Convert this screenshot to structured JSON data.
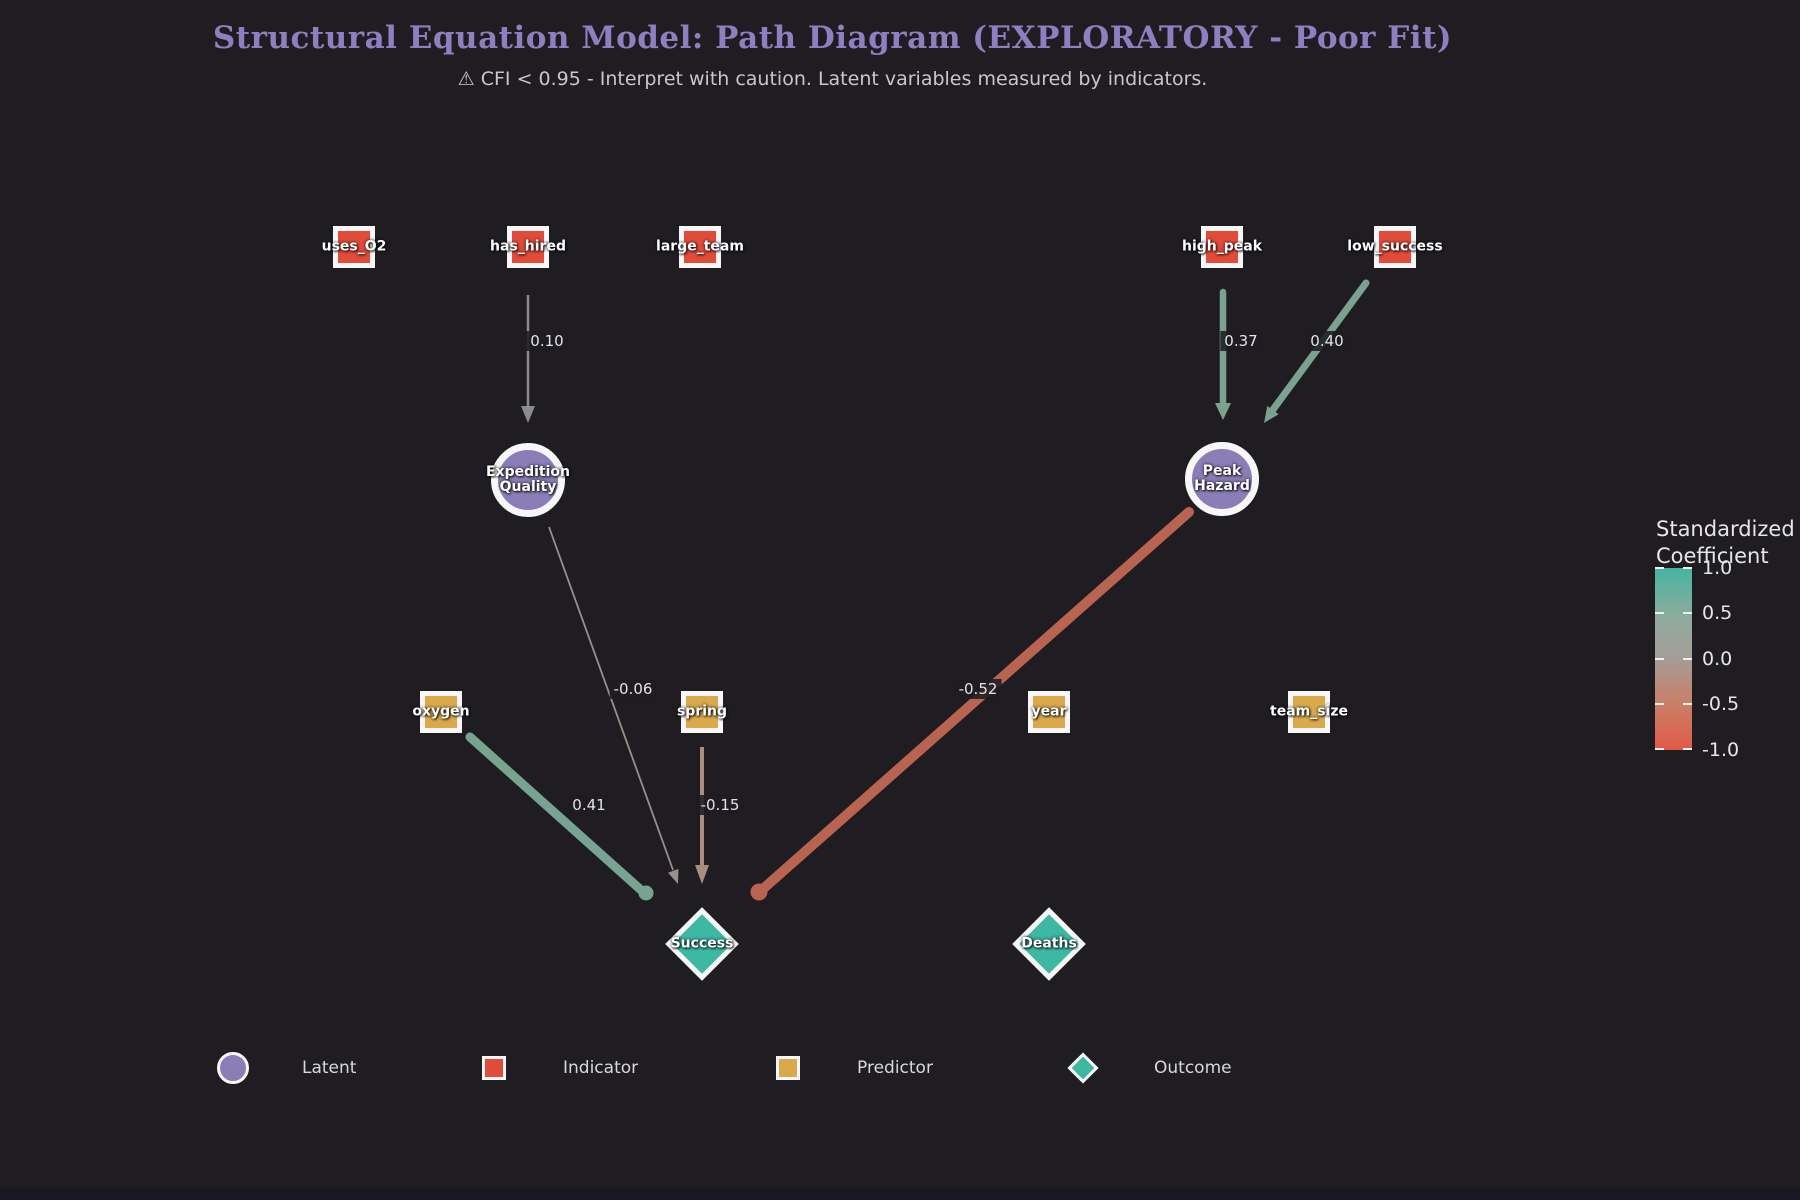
{
  "title": "Structural Equation Model: Path Diagram (EXPLORATORY - Poor Fit)",
  "subtitle": "⚠ CFI < 0.95 - Interpret with caution. Latent variables measured by indicators.",
  "colors": {
    "background": "#1f1d22",
    "title": "#8e80c0",
    "subtitle": "#c9c7c9",
    "indicator": "#e14b3a",
    "predictor": "#d9a94c",
    "latent": "#8b7eb7",
    "outcome": "#3db8a3",
    "node_border": "#f7f7f7"
  },
  "nodes": {
    "indicators": [
      {
        "label": "uses_O2"
      },
      {
        "label": "has_hired"
      },
      {
        "label": "large_team"
      },
      {
        "label": "high_peak"
      },
      {
        "label": "low_success"
      }
    ],
    "latents": [
      {
        "label_lines": [
          "Expedition",
          "Quality"
        ]
      },
      {
        "label_lines": [
          "Peak",
          "Hazard"
        ]
      }
    ],
    "predictors": [
      {
        "label": "oxygen"
      },
      {
        "label": "spring"
      },
      {
        "label": "year"
      },
      {
        "label": "team_size"
      }
    ],
    "outcomes": [
      {
        "label": "Success"
      },
      {
        "label": "Deaths"
      }
    ]
  },
  "edges": [
    {
      "from": "has_hired",
      "to": "Expedition Quality",
      "coef": "0.10",
      "color": "#8a8c89"
    },
    {
      "from": "high_peak",
      "to": "Peak Hazard",
      "coef": "0.37",
      "color": "#7aa28f"
    },
    {
      "from": "low_success",
      "to": "Peak Hazard",
      "coef": "0.40",
      "color": "#7aa28f"
    },
    {
      "from": "Expedition Quality",
      "to": "Success",
      "coef": "-0.06",
      "color": "#9a9089"
    },
    {
      "from": "oxygen",
      "to": "Success",
      "coef": "0.41",
      "color": "#78a390"
    },
    {
      "from": "spring",
      "to": "Success",
      "coef": "-0.15",
      "color": "#a98e7d"
    },
    {
      "from": "Peak Hazard",
      "to": "Success",
      "coef": "-0.52",
      "color": "#b96351"
    }
  ],
  "colorbar": {
    "title": "Standardized\nCoefficient",
    "ticks": [
      "1.0",
      "0.5",
      "0.0",
      "-0.5",
      "-1.0"
    ],
    "top_color": "#45b5a1",
    "mid_color": "#a59c97",
    "bottom_color": "#e15a47"
  },
  "legend": [
    {
      "label": "Latent"
    },
    {
      "label": "Indicator"
    },
    {
      "label": "Predictor"
    },
    {
      "label": "Outcome"
    }
  ]
}
